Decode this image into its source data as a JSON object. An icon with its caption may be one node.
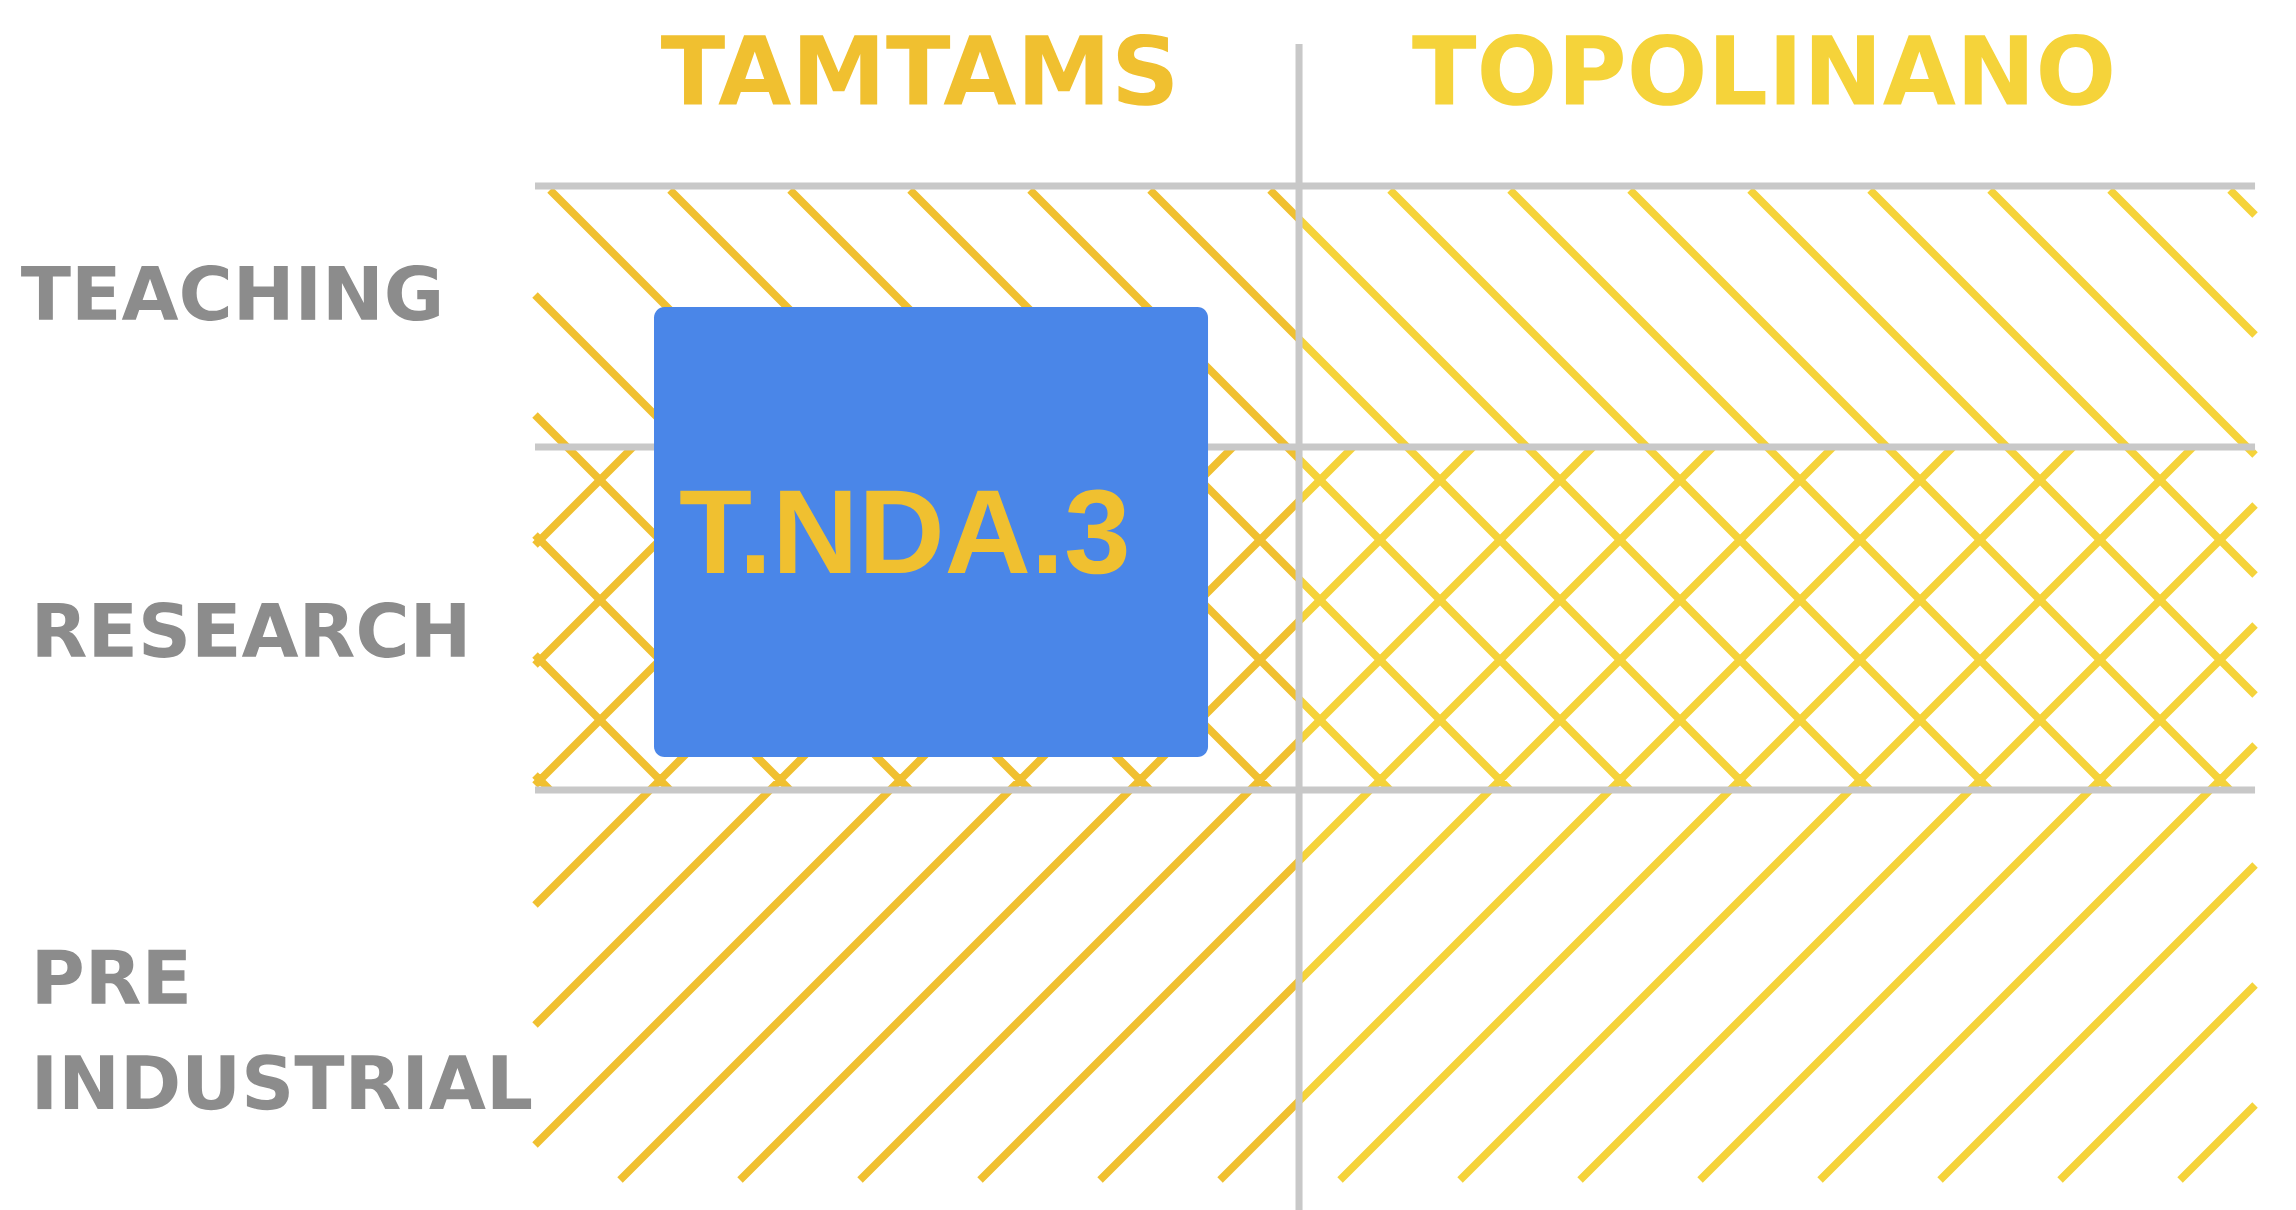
{
  "diagram": {
    "nodes": [
      {
        "text": [
          "T.NDA.3"
        ]
      }
    ],
    "labels": [
      "TAMTAMS",
      "TOPOLINANO",
      "TEACHING",
      "RESEARCH",
      "PRE INDUSTRIAL"
    ]
  }
}
